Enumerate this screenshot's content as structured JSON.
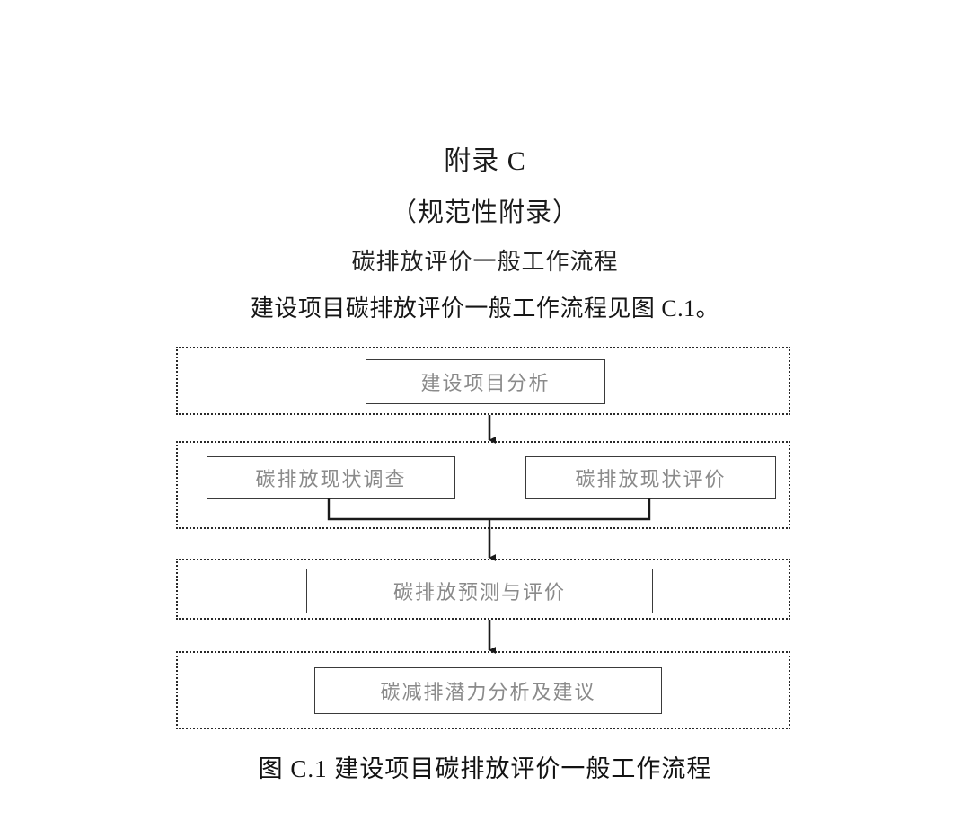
{
  "document": {
    "appendix_title": "附录 C",
    "appendix_kind": "（规范性附录）",
    "appendix_subject": "碳排放评价一般工作流程",
    "body_line": "建设项目碳排放评价一般工作流程见图 C.1。",
    "figure_caption": "图 C.1  建设项目碳排放评价一般工作流程"
  },
  "flowchart": {
    "type": "flow-diagram",
    "orientation": "top-to-bottom",
    "stages": [
      {
        "index": 1,
        "nodes": [
          {
            "label": "建设项目分析"
          }
        ]
      },
      {
        "index": 2,
        "nodes": [
          {
            "label": "碳排放现状调查"
          },
          {
            "label": "碳排放现状评价"
          }
        ]
      },
      {
        "index": 3,
        "nodes": [
          {
            "label": "碳排放预测与评价"
          }
        ]
      },
      {
        "index": 4,
        "nodes": [
          {
            "label": "碳减排潜力分析及建议"
          }
        ]
      }
    ],
    "colors": {
      "node_border": "#3a3a3a",
      "node_text": "#8a8a8a",
      "container_border": "#2a2a2a",
      "connector": "#1a1a1a",
      "page_background": "#ffffff"
    }
  }
}
